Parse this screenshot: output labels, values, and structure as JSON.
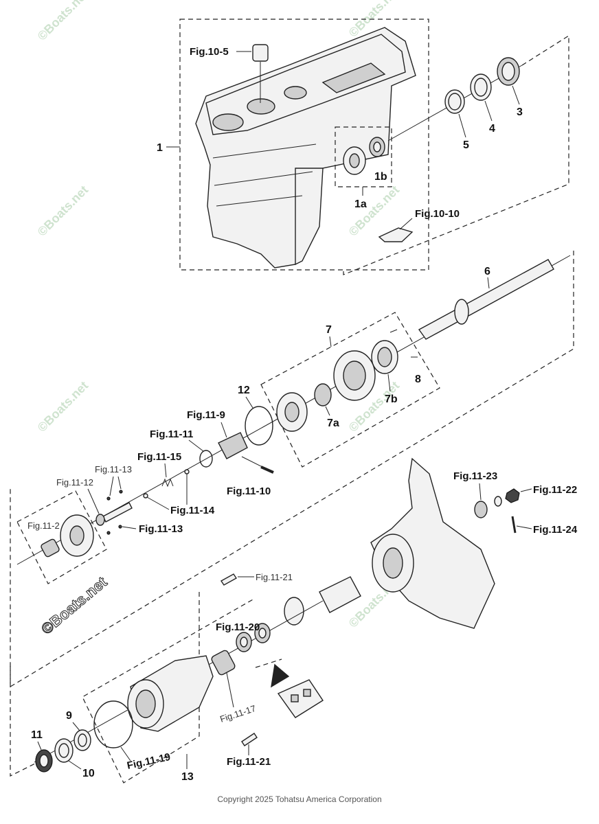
{
  "watermark": "©Boats.net",
  "copyright": "Copyright 2025 Tohatsu America Corporation",
  "labels": {
    "p1": "1",
    "p1a": "1a",
    "p1b": "1b",
    "p3": "3",
    "p4": "4",
    "p5": "5",
    "p6": "6",
    "p7": "7",
    "p7a": "7a",
    "p7b": "7b",
    "p8": "8",
    "p9": "9",
    "p10": "10",
    "p11": "11",
    "p12": "12",
    "p13": "13",
    "fig10_5": "Fig.10-5",
    "fig10_10": "Fig.10-10",
    "fig11_9": "Fig.11-9",
    "fig11_11": "Fig.11-11",
    "fig11_15": "Fig.11-15",
    "fig11_10": "Fig.11-10",
    "fig11_13a": "Fig.11-13",
    "fig11_12": "Fig.11-12",
    "fig11_14": "Fig.11-14",
    "fig11_13b": "Fig.11-13",
    "fig11_2": "Fig.11-2",
    "fig11_23": "Fig.11-23",
    "fig11_22": "Fig.11-22",
    "fig11_24": "Fig.11-24",
    "fig11_21a": "Fig.11-21",
    "fig11_20": "Fig.11-20",
    "fig11_17": "Fig.11-17",
    "fig11_19": "Fig.11-19",
    "fig11_21b": "Fig.11-21"
  }
}
